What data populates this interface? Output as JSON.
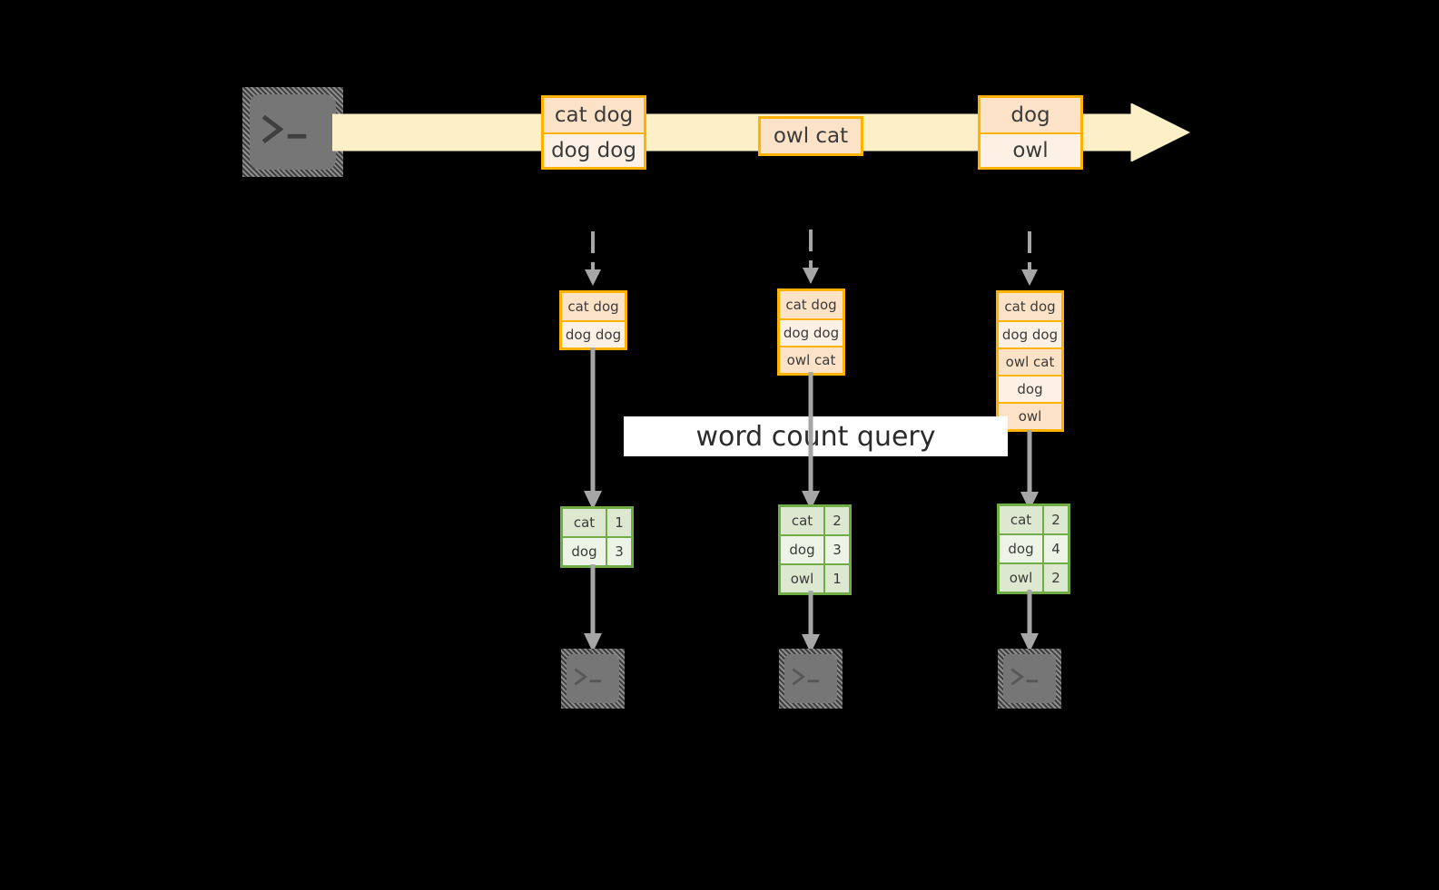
{
  "diagram": {
    "title_label": "word count query",
    "colors": {
      "stream_fill": "#FDEFC8",
      "stream_border": "#FFD666",
      "record_border": "#FFB300",
      "record_fill_dark": "#FCE2C6",
      "record_fill_light": "#FDF1E6",
      "result_border": "#70AD47",
      "result_fill_dark": "#DDE8D1",
      "result_fill_light": "#EDF3E6",
      "connector": "#A6A6A6",
      "terminal_body": "#767676",
      "background": "#000000"
    },
    "source": {
      "icon": "terminal-icon"
    },
    "stream_records": [
      {
        "lines": [
          "cat dog",
          "dog dog"
        ]
      },
      {
        "lines": [
          "owl cat"
        ]
      },
      {
        "lines": [
          "dog",
          "owl"
        ]
      }
    ],
    "columns": [
      {
        "input_lines": [
          "cat dog",
          "dog dog"
        ],
        "results": [
          {
            "word": "cat",
            "count": "1"
          },
          {
            "word": "dog",
            "count": "3"
          }
        ],
        "sink_icon": "terminal-icon"
      },
      {
        "input_lines": [
          "cat dog",
          "dog dog",
          "owl cat"
        ],
        "results": [
          {
            "word": "cat",
            "count": "2"
          },
          {
            "word": "dog",
            "count": "3"
          },
          {
            "word": "owl",
            "count": "1"
          }
        ],
        "sink_icon": "terminal-icon"
      },
      {
        "input_lines": [
          "cat dog",
          "dog dog",
          "owl cat",
          "dog",
          "owl"
        ],
        "results": [
          {
            "word": "cat",
            "count": "2"
          },
          {
            "word": "dog",
            "count": "4"
          },
          {
            "word": "owl",
            "count": "2"
          }
        ],
        "sink_icon": "terminal-icon"
      }
    ]
  }
}
